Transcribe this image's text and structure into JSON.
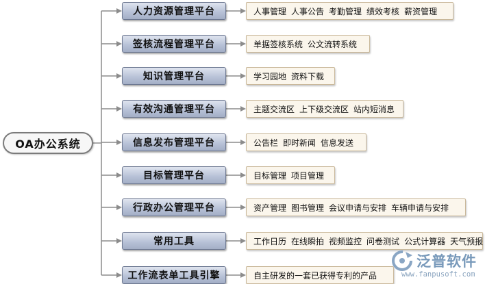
{
  "root": {
    "label": "OA办公系统"
  },
  "categories": [
    {
      "label": "人力资源管理平台",
      "items": [
        "人事管理",
        "人事公告",
        "考勤管理",
        "绩效考核",
        "薪资管理"
      ]
    },
    {
      "label": "签核流程管理平台",
      "items": [
        "单据签核系统",
        "公文流转系统"
      ]
    },
    {
      "label": "知识管理平台",
      "items": [
        "学习园地",
        "资料下载"
      ]
    },
    {
      "label": "有效沟通管理平台",
      "items": [
        "主题交流区",
        "上下级交流区",
        "站内短消息"
      ]
    },
    {
      "label": "信息发布管理平台",
      "items": [
        "公告栏",
        "即时新闻",
        "信息发送"
      ]
    },
    {
      "label": "目标管理平台",
      "items": [
        "目标管理",
        "项目管理"
      ]
    },
    {
      "label": "行政办公管理平台",
      "items": [
        "资产管理",
        "图书管理",
        "会议申请与安排",
        "车辆申请与安排"
      ]
    },
    {
      "label": "常用工具",
      "items": [
        "工作日历",
        "在线瞬拍",
        "视频监控",
        "问卷测试",
        "公式计算器",
        "天气预报"
      ]
    },
    {
      "label": "工作流表单工具引擎",
      "items": [
        "自主研发的一套已获得专利的产品"
      ]
    }
  ],
  "watermark": {
    "brand": "泛普软件",
    "url": "www.fanpusoft.com"
  },
  "colors": {
    "category_fill": "#b9c3d8",
    "detail_fill": "#fbf6ec",
    "connector": "#8c8c8c",
    "logo": "#6a8fb3"
  }
}
